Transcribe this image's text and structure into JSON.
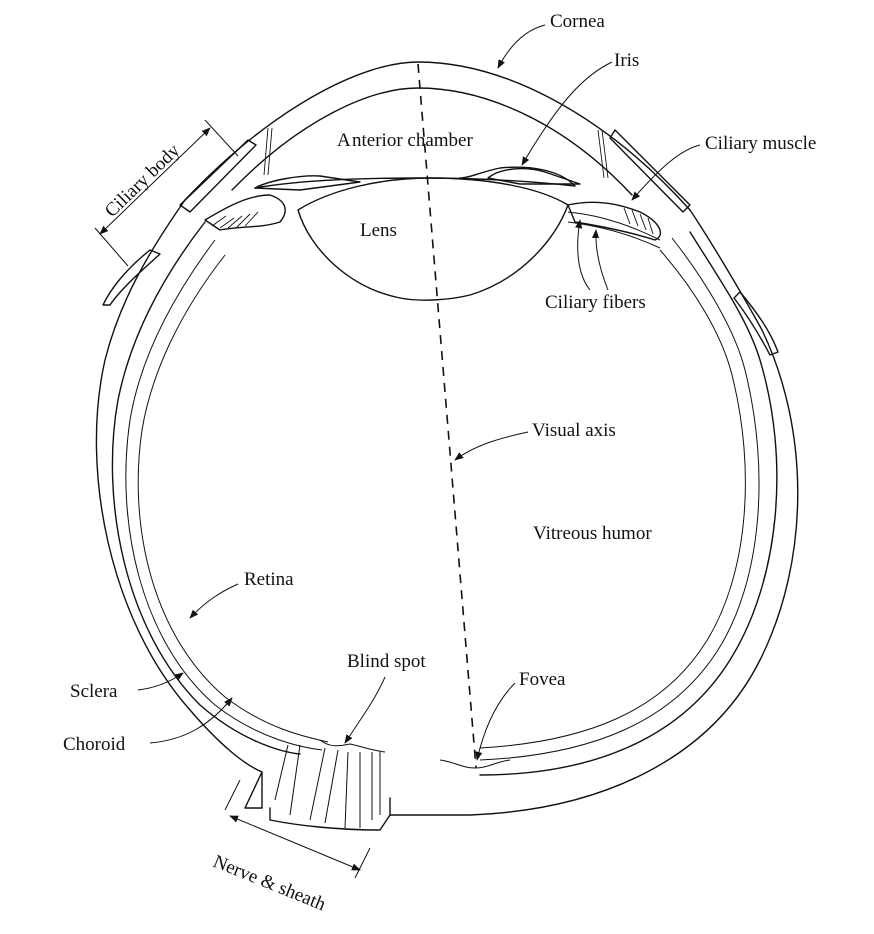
{
  "labels": {
    "cornea": "Cornea",
    "iris": "Iris",
    "ciliary_muscle": "Ciliary muscle",
    "ciliary_body": "Ciliary body",
    "anterior_chamber_a": "A",
    "anterior_chamber_rest": "nterior chamber",
    "lens": "Lens",
    "ciliary_fibers": "Ciliary fibers",
    "visual_axis": "Visual axis",
    "vitreous_humor": "Vitreous humor",
    "retina": "Retina",
    "blind_spot": "Blind spot",
    "fovea": "Fovea",
    "sclera": "Sclera",
    "choroid": "Choroid",
    "nerve_sheath": "Nerve & sheath"
  },
  "colors": {
    "ink": "#111111",
    "background": "#ffffff"
  }
}
